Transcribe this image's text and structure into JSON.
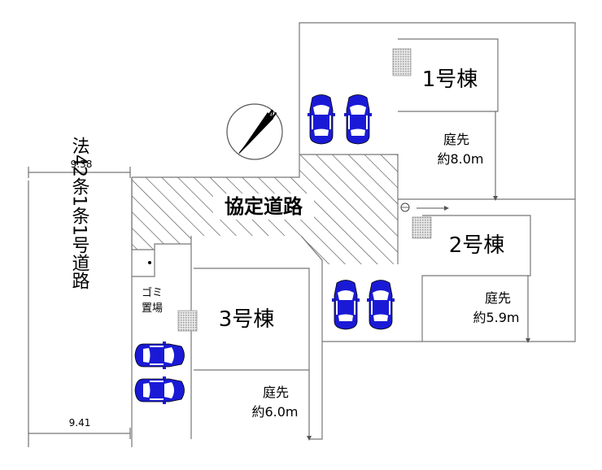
{
  "road": {
    "label": "協定道路",
    "west_road_label": "法42条1条1号道路",
    "dimension_top": "9.38",
    "dimension_bottom": "9.41"
  },
  "north_label": "N",
  "garbage": {
    "line1": "ゴミ",
    "line2": "置場"
  },
  "buildings": [
    {
      "label": "1号棟",
      "garden_line1": "庭先",
      "garden_line2": "約8.0m"
    },
    {
      "label": "2号棟",
      "garden_line1": "庭先",
      "garden_line2": "約5.9m"
    },
    {
      "label": "3号棟",
      "garden_line1": "庭先",
      "garden_line2": "約6.0m"
    }
  ],
  "colors": {
    "car": "#1a1ad6",
    "line": "#777777",
    "hatch": "#444444",
    "meter": "#cfcfcf"
  }
}
